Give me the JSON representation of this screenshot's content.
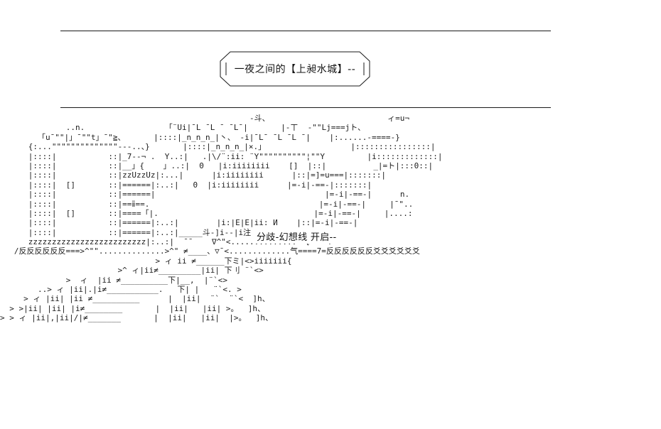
{
  "header": {
    "title": "一夜之间的【上昶水城】--",
    "rule_char": "-"
  },
  "overlay": {
    "label": "分歧-幻想线 开启--"
  },
  "art": {
    "lines": [
      "                                                     -斗、                         ィ=u¬",
      "              ..n.                 「¨Ui|¯L ¯L ¯ ¯L¯|       |-ㄒ  -\"\"Lj===jト、",
      "        「u¯\"\"|」¯\"\"t」¯\"≧、      |::::|_n_n_n_|丶、 -i|¯L¯ ¯L ¯L ¯|    |:......-====-}",
      "      {:...\"\"\"\"\"\"\"\"\"\"\"\"\"\"---..、}       |::::|_n_n_n_|×.」                  |::::::::::::::::|",
      "      |::::|           ::|_7--¬ .  Y..:|   .|\\/¨:ii: ¨Y\"\"\"\"\"\"\"\"\"\"¦\"\"Y         |i:::::::::::::|",
      "      |::::|           ::|__」{    」..:|  0   |i:iiiiiiii    []  |::|          _|=ト|:::0::|",
      "      |::::|           ::|zzUzzUz|:...|      |i:iiiiiiii      |::|=]=u===|:::::::|",
      "      |::::|  []       ::|======|:..:|   0  |i:iiiiiiii      |=-i|-==-|:::::::|",
      "      |::::|           ::|======|                                    |=-i|-==-|      n.",
      "      |::::|           ::|==ⅱ==.                                    |=-i|-==-|     |¯\"..",
      "      |::::|  []       ::|====「|.                                 |=-i|-==-|     |....:",
      "      |::::|           ::|======|:..:|        |i:|E|E|ii: И    |::|=-i|-==-|",
      "      |::::|           ::|======|:..:|_____斗-]i--|i注 И   |::|=-i|-==-|",
      "      zzzzzzzzzzzzzzzzzzzzzzzzz|:..:|  ¯¯    ∇^\"<..............¯气====7=",
      "   /反反反反反反===>^\"\"..............>^\" ≠____、▽¯<.............气====7=反反反反反反爻爻爻爻爻爻",
      "                                 > ィ ii ≠______下ミ|<>iiiiiii{",
      "                         >^ ィ|ii≠_________|ii| 下刂 ¨`<>",
      "              >  ィ  |ii ≠__________下|__,  |¨`<>",
      "        ..> ィ |ii|.|i≠___________.   下| |   ¨`<. >",
      "     > ィ |ii| |ii ≠__________      |  |ii|  ¨`  ¨`<  ]h、",
      "  > >|ii| |ii| |i≠________       |  |ii|   |ii| >。  ]h、",
      "> > ィ |ii|,|ii|/|≠_______       |  |ii|   |ii|  |>。  ]h、"
    ],
    "pale_rows": [
      13,
      14,
      15,
      16,
      17,
      18,
      19,
      20,
      21
    ],
    "stipple_char": ":"
  }
}
